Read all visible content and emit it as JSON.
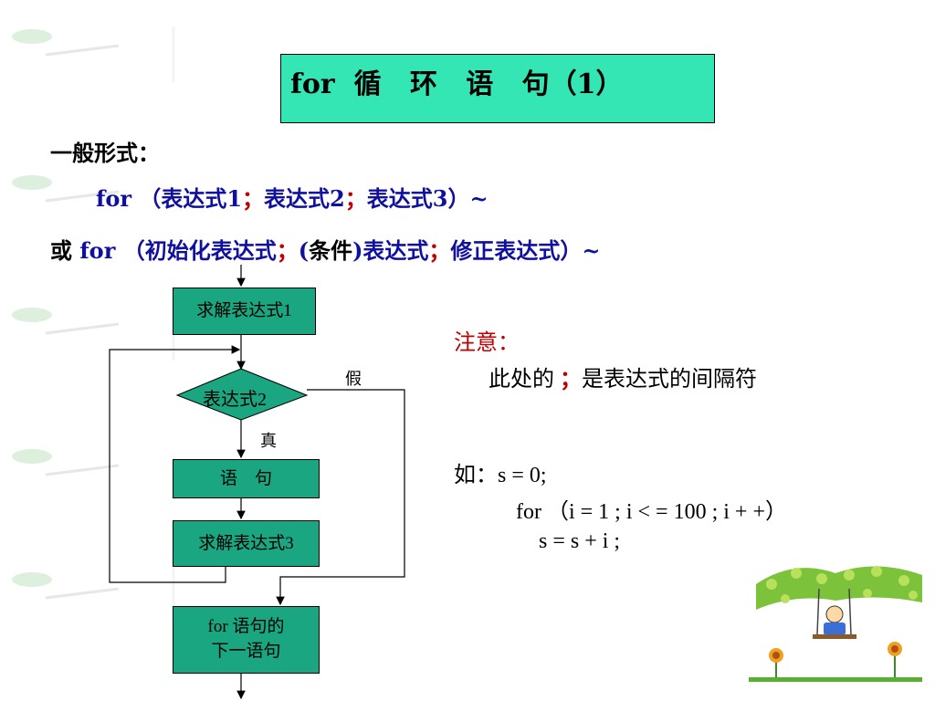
{
  "title": "for  循   环   语   句（1）",
  "general_form_label": "一般形式：",
  "form1": {
    "keyword": "for",
    "open": "（表达式1",
    "sep1": "；",
    "mid": "表达式2",
    "sep2": "；",
    "end": "表达式3）~"
  },
  "form2": {
    "prefix": "或",
    "keyword": "for",
    "open": "（初始化表达式",
    "sep1": "；",
    "cond_open": "(",
    "cond": "条件",
    "cond_close": ")",
    "mid": "表达式",
    "sep2": "；",
    "end": "修正表达式）~"
  },
  "flowchart": {
    "box1": "求解表达式1",
    "diamond": "表达式2",
    "false_label": "假",
    "true_label": "真",
    "statement": "语　句",
    "box3": "求解表达式3",
    "next_line1": "for 语句的",
    "next_line2": "下一语句"
  },
  "note": {
    "heading": "注意：",
    "text_before": "此处的",
    "semicolon": "；",
    "text_after": "是表达式的间隔符"
  },
  "example": {
    "label": "如：",
    "line1": "s = 0;",
    "line2": "for （i = 1 ; i < = 100 ; i + +）",
    "line3": "s = s + i ;"
  },
  "colors": {
    "title_bg": "#33e6b4",
    "box_bg": "#1aa680",
    "keyword_blue": "#1010a0",
    "separator_red": "#c00000"
  }
}
